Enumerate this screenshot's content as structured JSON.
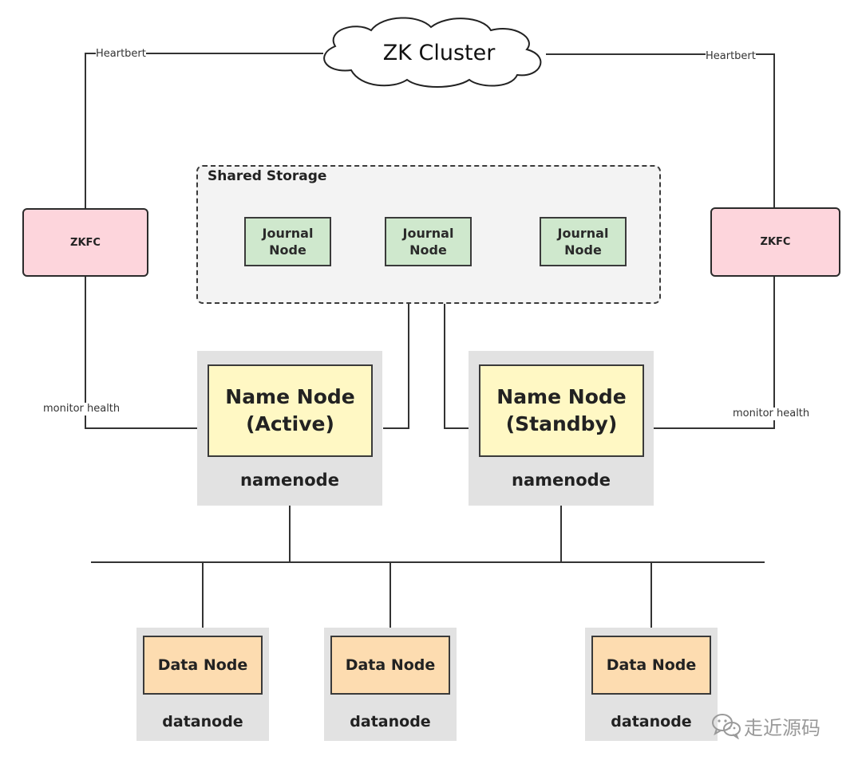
{
  "zk_cluster": {
    "label": "ZK Cluster"
  },
  "edges": {
    "heartbeat_left": "Heartbert",
    "heartbeat_right": "Heartbert",
    "monitor_left": "monitor health",
    "monitor_right": "monitor health"
  },
  "zkfc": {
    "left": "ZKFC",
    "right": "ZKFC"
  },
  "shared_storage": {
    "title": "Shared Storage",
    "journal_nodes": [
      "Journal\nNode",
      "Journal\nNode",
      "Journal\nNode"
    ]
  },
  "name_nodes": [
    {
      "label": "Name Node\n(Active)",
      "host": "namenode"
    },
    {
      "label": "Name Node\n(Standby)",
      "host": "namenode"
    }
  ],
  "data_nodes": [
    {
      "label": "Data Node",
      "host": "datanode"
    },
    {
      "label": "Data Node",
      "host": "datanode"
    },
    {
      "label": "Data Node",
      "host": "datanode"
    }
  ],
  "watermark": {
    "text": "走近源码",
    "icon": "wechat-icon"
  },
  "colors": {
    "zkfc_fill": "#fdd5dc",
    "journal_fill": "#cfe8cd",
    "name_node_fill": "#fff8c4",
    "data_node_fill": "#fddcb0",
    "host_fill": "#e2e2e2",
    "storage_fill": "#f3f3f3",
    "line": "#333333"
  }
}
